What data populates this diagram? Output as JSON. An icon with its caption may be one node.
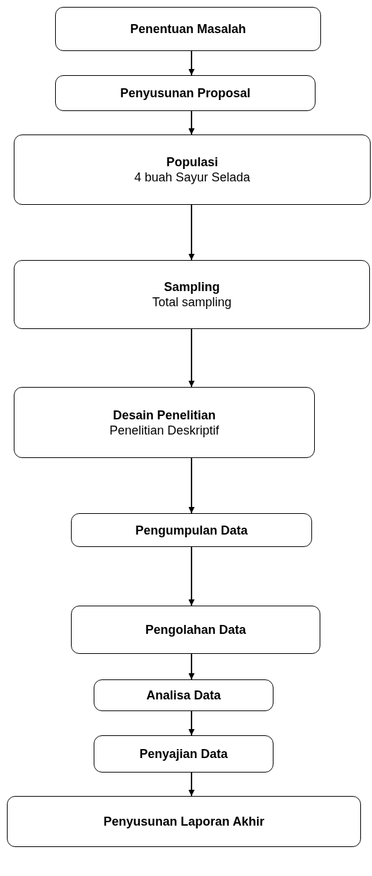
{
  "diagram": {
    "nodes": [
      {
        "text": [
          "Penentuan Masalah"
        ]
      },
      {
        "text": [
          "Penyusunan Proposal"
        ]
      },
      {
        "text": [
          "Populasi",
          "4 buah Sayur Selada"
        ]
      },
      {
        "text": [
          "Sampling",
          "Total sampling"
        ]
      },
      {
        "text": [
          "Desain Penelitian",
          "Penelitian Deskriptif"
        ]
      },
      {
        "text": [
          "Pengumpulan Data"
        ]
      },
      {
        "text": [
          "Pengolahan Data"
        ]
      },
      {
        "text": [
          "Analisa Data"
        ]
      },
      {
        "text": [
          "Penyajian Data"
        ]
      },
      {
        "text": [
          "Penyusunan Laporan Akhir"
        ]
      }
    ],
    "edges": [
      {
        "from": 0,
        "to": 1,
        "arrow": "to"
      },
      {
        "from": 1,
        "to": 2,
        "arrow": "to"
      },
      {
        "from": 2,
        "to": 3,
        "arrow": "to"
      },
      {
        "from": 3,
        "to": 4,
        "arrow": "to"
      },
      {
        "from": 4,
        "to": 5,
        "arrow": "to"
      },
      {
        "from": 5,
        "to": 6,
        "arrow": "to"
      },
      {
        "from": 6,
        "to": 7,
        "arrow": "to"
      },
      {
        "from": 7,
        "to": 8,
        "arrow": "to"
      },
      {
        "from": 8,
        "to": 9,
        "arrow": "to"
      }
    ]
  }
}
